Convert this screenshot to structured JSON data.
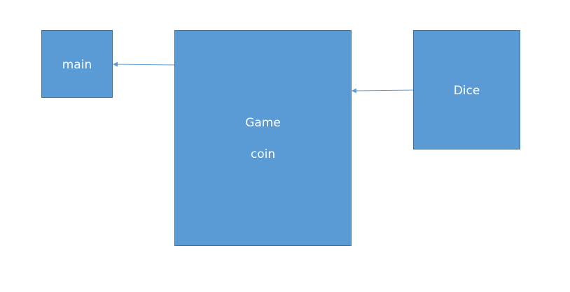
{
  "diagram": {
    "nodes": [
      {
        "id": "main",
        "label": "main"
      },
      {
        "id": "game",
        "lines": [
          "Game",
          "coin"
        ]
      },
      {
        "id": "dice",
        "label": "Dice"
      }
    ],
    "edges": [
      {
        "from": "game",
        "to": "main"
      },
      {
        "from": "dice",
        "to": "game"
      }
    ],
    "colors": {
      "box_fill": "#5b9bd5",
      "box_border": "#41719c",
      "text": "#ffffff",
      "arrow": "#5b9bd5"
    }
  }
}
